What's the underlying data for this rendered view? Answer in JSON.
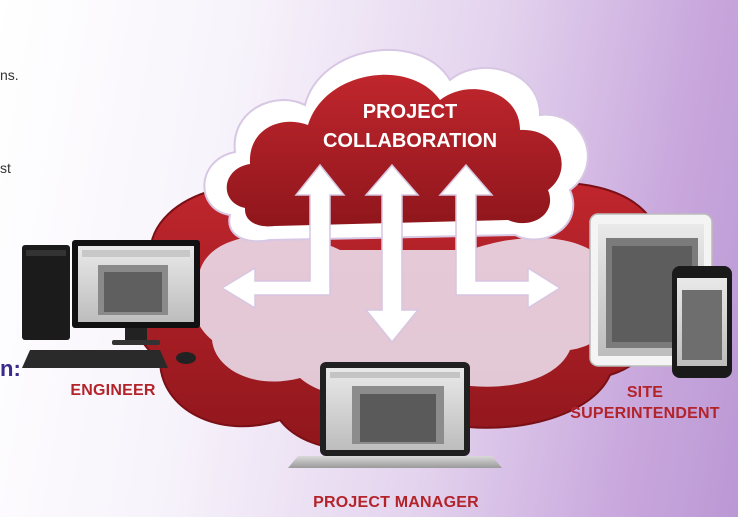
{
  "side_text": {
    "fragment_1": "ns.",
    "fragment_2": "st",
    "heading_fragment": "n:"
  },
  "diagram": {
    "title_line1": "PROJECT",
    "title_line2": "COLLABORATION",
    "roles": {
      "engineer": "ENGINEER",
      "site_line1": "SITE",
      "site_line2": "SUPERINTENDENT",
      "project_manager": "PROJECT MANAGER"
    }
  },
  "colors": {
    "accent_red": "#b3232a",
    "cloud_red": "#a61d24",
    "heading_purple": "#3a2a8c"
  },
  "icons": [
    "desktop-computer-icon",
    "laptop-icon",
    "tablet-icon",
    "smartphone-icon",
    "double-arrow-icon"
  ]
}
